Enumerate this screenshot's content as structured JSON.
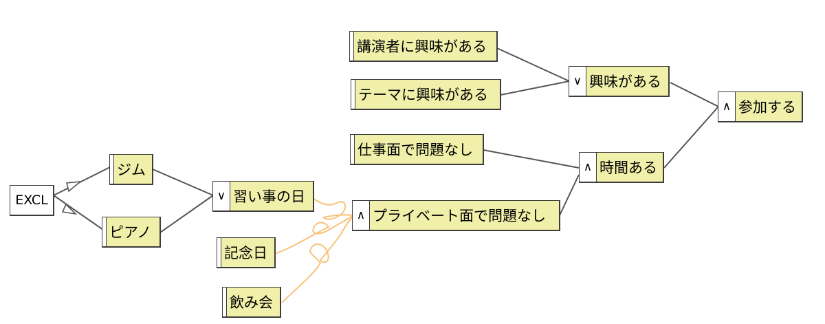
{
  "nodes": {
    "excl": {
      "label": "EXCL"
    },
    "gym": {
      "label": "ジム"
    },
    "piano": {
      "label": "ピアノ"
    },
    "lesson_day": {
      "op": "∨",
      "label": "習い事の日"
    },
    "anniversary": {
      "label": "記念日"
    },
    "drinking_party": {
      "label": "飲み会"
    },
    "private_ok": {
      "op": "∧",
      "label": "プライベート面で問題なし"
    },
    "work_ok": {
      "label": "仕事面で問題なし"
    },
    "has_time": {
      "op": "∧",
      "label": "時間ある"
    },
    "speaker_interest": {
      "label": "講演者に興味がある"
    },
    "theme_interest": {
      "label": "テーマに興味がある"
    },
    "interested": {
      "op": "∨",
      "label": "興味がある"
    },
    "attend": {
      "op": "∧",
      "label": "参加する"
    }
  },
  "colors": {
    "node_fill": "#f0f0aa",
    "node_border": "#3c3c3c",
    "link": "#555555",
    "conflict_link": "#f9c27a"
  }
}
